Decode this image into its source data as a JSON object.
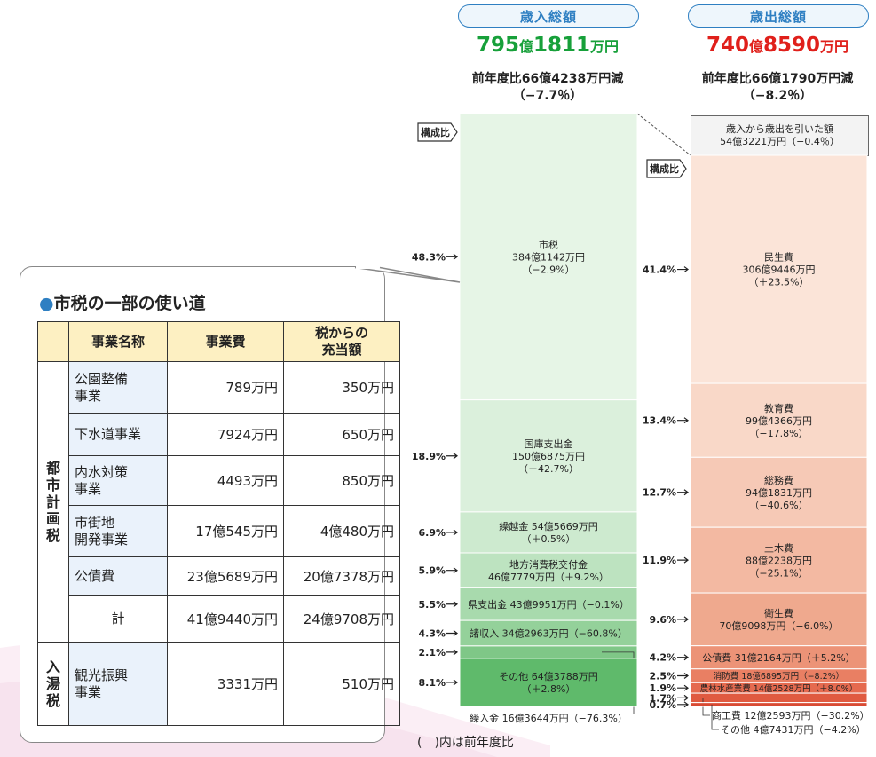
{
  "revenue_header": {
    "label": "歳入総額",
    "total_num1": "795",
    "total_u1": "億",
    "total_num2": "1811",
    "total_u2": "万円",
    "comparison": "前年度比66億4238万円減",
    "rate": "（−7.7％）",
    "color": "#17a03a"
  },
  "expense_header": {
    "label": "歳出総額",
    "total_num1": "740",
    "total_u1": "億",
    "total_num2": "8590",
    "total_u2": "万円",
    "comparison": "前年度比66億1790万円減",
    "rate": "（−8.2％）",
    "color": "#e0201b"
  },
  "ratio_tag_label": "構成比",
  "balance_note": {
    "line1": "歳入から歳出を引いた額",
    "line2": "54億3221万円（−0.4％）"
  },
  "legend_note": "(　)内は前年度比",
  "chart_data": [
    {
      "type": "stacked-bar",
      "title": "歳入総額",
      "unit": "%",
      "series": [
        {
          "share": 48.3,
          "share_label": "48.3%",
          "label_lines": [
            "市税",
            "384億1142万円",
            "（−2.9%）"
          ],
          "color": "#e6f5e6"
        },
        {
          "share": 18.9,
          "share_label": "18.9%",
          "label_lines": [
            "国庫支出金",
            "150億6875万円",
            "（＋42.7%）"
          ],
          "color": "#dbf0dc"
        },
        {
          "share": 6.9,
          "share_label": "6.9%",
          "label_lines": [
            "繰越金 54億5669万円",
            "（＋0.5%）"
          ],
          "color": "#cdeacf"
        },
        {
          "share": 5.9,
          "share_label": "5.9%",
          "label_lines": [
            "地方消費税交付金",
            "46億7779万円（＋9.2%）"
          ],
          "color": "#bde3c0"
        },
        {
          "share": 5.5,
          "share_label": "5.5%",
          "label_lines": [
            "県支出金 43億9951万円（−0.1%）"
          ],
          "color": "#a8daad"
        },
        {
          "share": 4.3,
          "share_label": "4.3%",
          "label_lines": [
            "諸収入 34億2963万円（−60.8%）"
          ],
          "color": "#94d19a"
        },
        {
          "share": 2.1,
          "share_label": "2.1%",
          "label_lines": [],
          "callout": "繰入金 16億3644万円（−76.3%）",
          "color": "#7fc787"
        },
        {
          "share": 8.1,
          "share_label": "8.1%",
          "label_lines": [
            "その他 64億3788万円",
            "（＋2.8%）"
          ],
          "color": "#5fba6b"
        }
      ]
    },
    {
      "type": "stacked-bar",
      "title": "歳出総額",
      "unit": "%",
      "series": [
        {
          "share": 41.4,
          "share_label": "41.4%",
          "label_lines": [
            "民生費",
            "306億9446万円",
            "（＋23.5%）"
          ],
          "color": "#fbe4d8"
        },
        {
          "share": 13.4,
          "share_label": "13.4%",
          "label_lines": [
            "教育費",
            "99億4366万円",
            "（−17.8%）"
          ],
          "color": "#f9d8c8"
        },
        {
          "share": 12.7,
          "share_label": "12.7%",
          "label_lines": [
            "総務費",
            "94億1831万円",
            "（−40.6%）"
          ],
          "color": "#f6c9b6"
        },
        {
          "share": 11.9,
          "share_label": "11.9%",
          "label_lines": [
            "土木費",
            "88億2238万円",
            "（−25.1%）"
          ],
          "color": "#f3b9a2"
        },
        {
          "share": 9.6,
          "share_label": "9.6%",
          "label_lines": [
            "衛生費",
            "70億9098万円（−6.0%）"
          ],
          "color": "#efa98e"
        },
        {
          "share": 4.2,
          "share_label": "4.2%",
          "label_lines": [
            "公債費 31億2164万円（＋5.2%）"
          ],
          "color": "#ec9377"
        },
        {
          "share": 2.5,
          "share_label": "2.5%",
          "label_lines": [
            "消防費 18億6895万円（−8.2%）"
          ],
          "color": "#e97f63"
        },
        {
          "share": 1.9,
          "share_label": "1.9%",
          "label_lines": [
            "農林水産業費 14億2528万円（＋8.0%）"
          ],
          "color": "#e56a4f"
        },
        {
          "share": 1.7,
          "share_label": "1.7%",
          "label_lines": [],
          "callout": "商工費 12億2593万円（−30.2%）",
          "color": "#e05a40"
        },
        {
          "share": 0.7,
          "share_label": "0.7%",
          "label_lines": [],
          "callout": "その他 4億7431万円（−4.2%）",
          "color": "#d94a33"
        }
      ]
    }
  ],
  "city_tax_panel": {
    "title": "市税の一部の使い道",
    "headers": [
      "事業名称",
      "事業費",
      "税からの\n充当額"
    ],
    "groups": [
      {
        "category": "都市計画税",
        "rows": [
          {
            "name": "公園整備\n事業",
            "cost": "789万円",
            "tax": "350万円"
          },
          {
            "name": "下水道事業",
            "cost": "7924万円",
            "tax": "650万円"
          },
          {
            "name": "内水対策\n事業",
            "cost": "4493万円",
            "tax": "850万円"
          },
          {
            "name": "市街地\n開発事業",
            "cost": "17億545万円",
            "tax": "4億480万円"
          },
          {
            "name": "公債費",
            "cost": "23億5689万円",
            "tax": "20億7378万円"
          },
          {
            "name": "計",
            "cost": "41億9440万円",
            "tax": "24億9708万円",
            "is_total": true
          }
        ]
      },
      {
        "category": "入湯税",
        "rows": [
          {
            "name": "観光振興\n事業",
            "cost": "3331万円",
            "tax": "510万円"
          }
        ]
      }
    ]
  }
}
